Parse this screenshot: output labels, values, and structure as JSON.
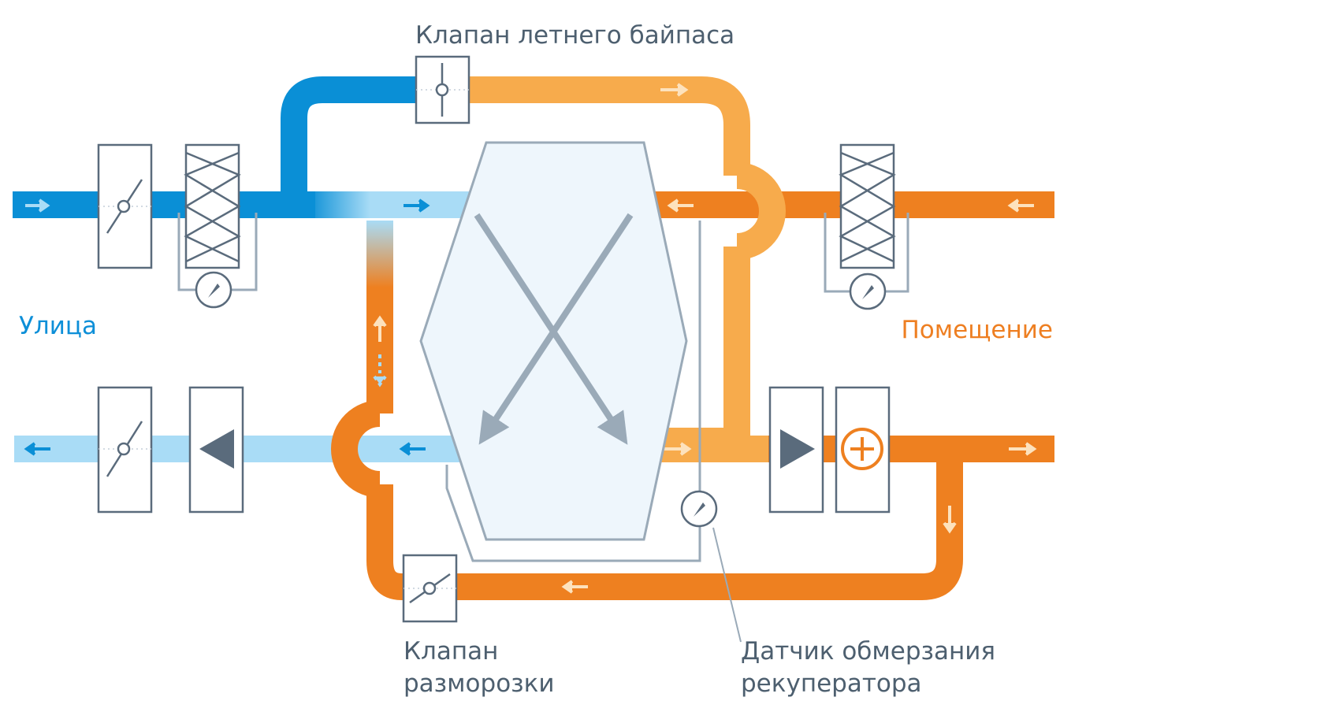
{
  "labels": {
    "bypass_valve": "Клапан летнего байпаса",
    "street": "Улица",
    "room": "Помещение",
    "defrost_valve_line1": "Клапан",
    "defrost_valve_line2": "разморозки",
    "frost_sensor_line1": "Датчик обмерзания",
    "frost_sensor_line2": "рекуператора"
  },
  "colors": {
    "supply_cold": "#0a8fd6",
    "exhaust_cold": "#a9dcf6",
    "return_warm": "#ee8020",
    "supply_warm": "#f7ab4c",
    "exchanger_fill": "#eef6fc",
    "exchanger_stroke": "#9aaab8",
    "equipment_stroke": "#5a6b7c"
  },
  "icons": {
    "fan": "triangle-play-icon",
    "heater": "plus-circle-icon",
    "damper": "damper-icon",
    "filter": "filter-zigzag-icon",
    "pressure_gauge": "gauge-icon"
  }
}
